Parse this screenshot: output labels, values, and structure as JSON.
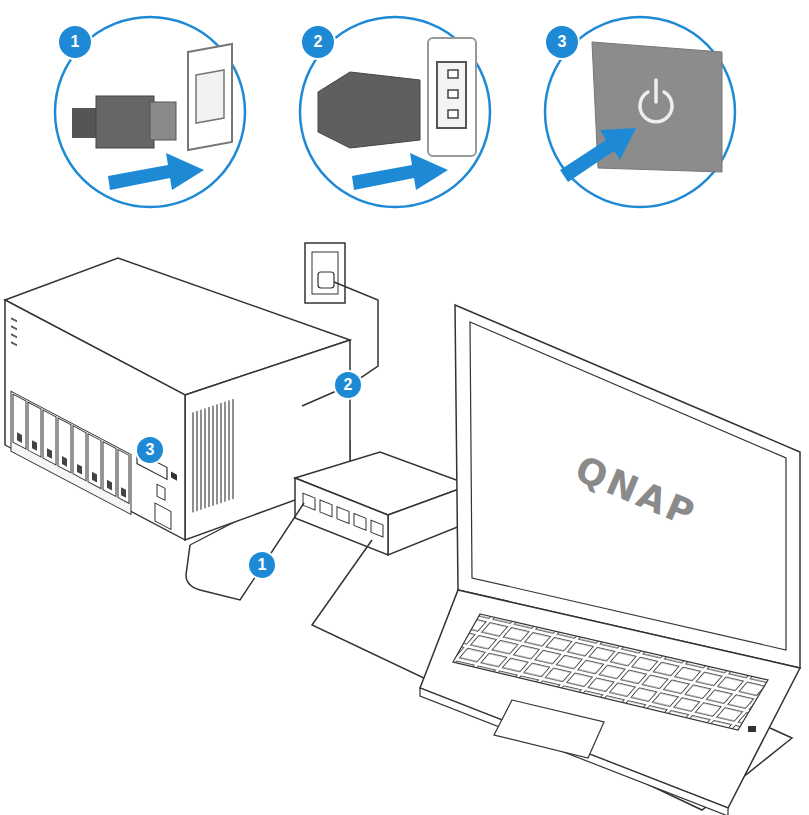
{
  "diagram": {
    "labels": [
      "1",
      "2",
      "3",
      "2",
      "3",
      "QNAP",
      "1"
    ]
  }
}
